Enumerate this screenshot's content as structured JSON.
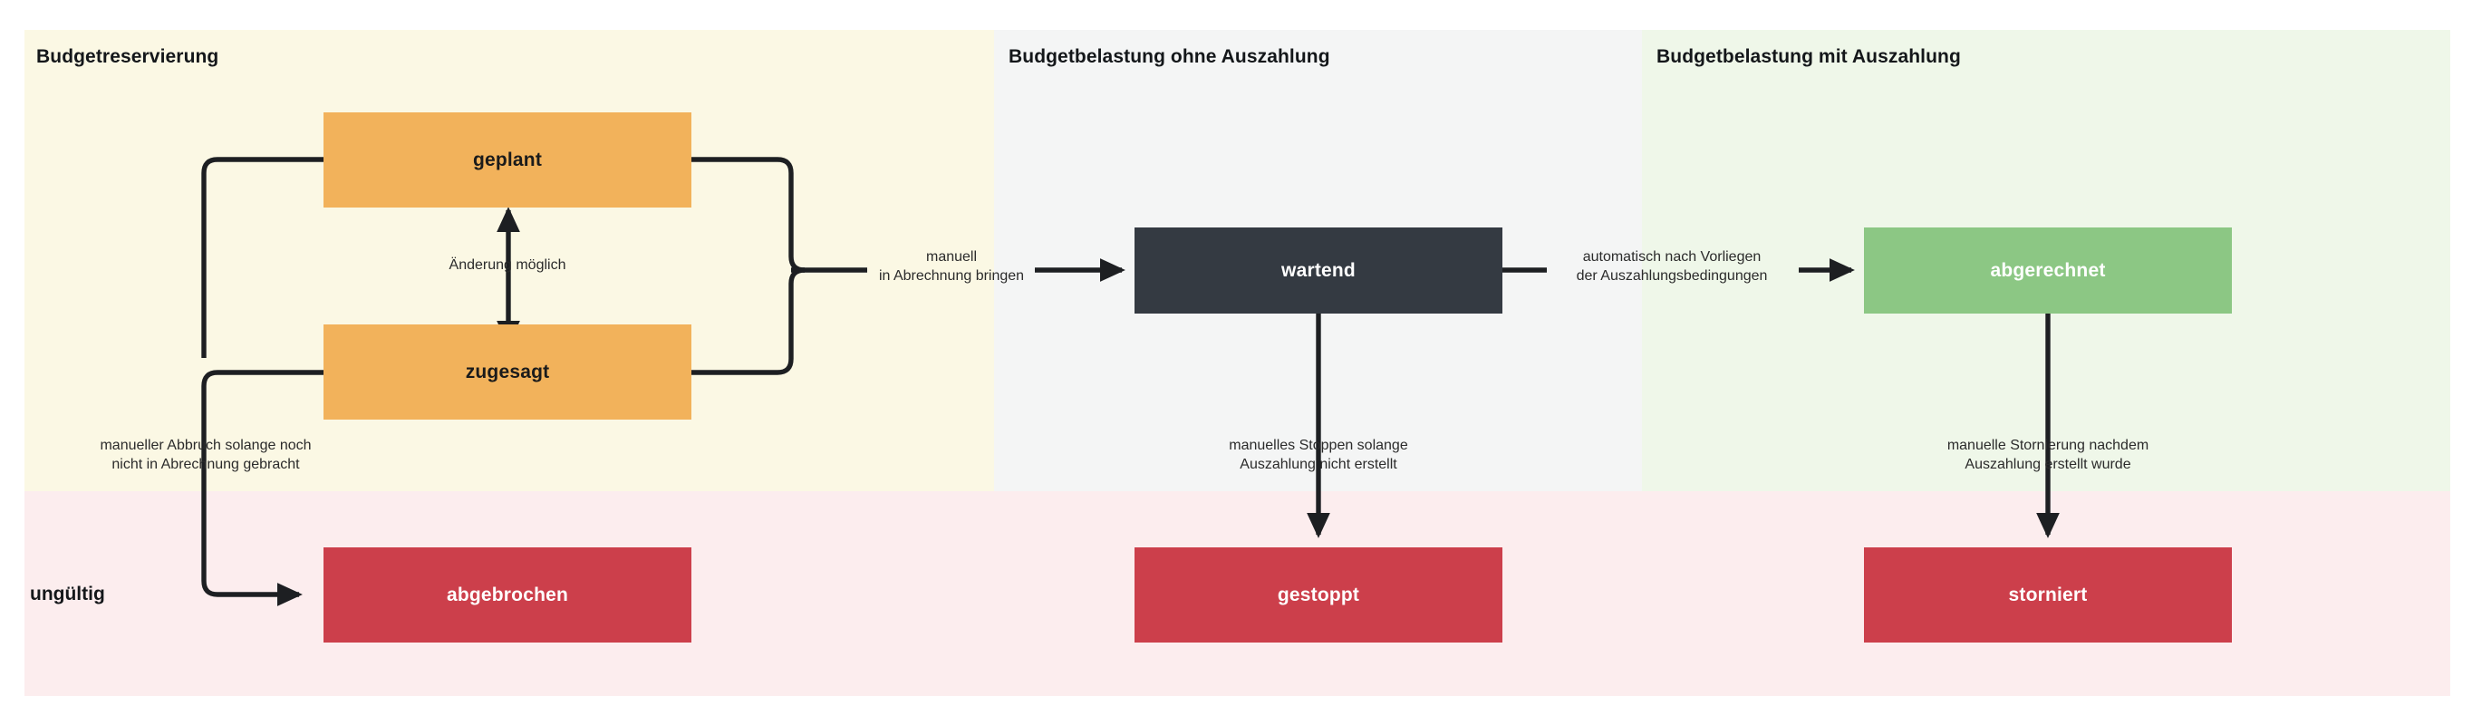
{
  "diagram": {
    "title_bar": null,
    "columns": [
      {
        "key": "reservierung",
        "label": "Budgetreservierung",
        "color": "#fbf8e4"
      },
      {
        "key": "ohne",
        "label": "Budgetbelastung ohne Auszahlung",
        "color": "#f4f5f5"
      },
      {
        "key": "mit",
        "label": "Budgetbelastung mit Auszahlung",
        "color": "#eff7e9"
      }
    ],
    "rows": [
      {
        "key": "aktiv",
        "label": "",
        "color": ""
      },
      {
        "key": "invalid",
        "label": "ungültig",
        "color": "#fcedee"
      }
    ],
    "nodes": [
      {
        "id": "geplant",
        "label": "geplant",
        "color": "#f2b25b",
        "text_color": "#1b1b1b",
        "column": "reservierung",
        "row": "aktiv"
      },
      {
        "id": "zugesagt",
        "label": "zugesagt",
        "color": "#f2b25b",
        "text_color": "#1b1b1b",
        "column": "reservierung",
        "row": "aktiv"
      },
      {
        "id": "abgebrochen",
        "label": "abgebrochen",
        "color": "#cc3f4b",
        "text_color": "#ffffff",
        "column": "reservierung",
        "row": "invalid"
      },
      {
        "id": "wartend",
        "label": "wartend",
        "color": "#343a42",
        "text_color": "#ffffff",
        "column": "ohne",
        "row": "aktiv"
      },
      {
        "id": "gestoppt",
        "label": "gestoppt",
        "color": "#cc3f4b",
        "text_color": "#ffffff",
        "column": "ohne",
        "row": "invalid"
      },
      {
        "id": "abgerechnet",
        "label": "abgerechnet",
        "color": "#8cc784",
        "text_color": "#ffffff",
        "column": "mit",
        "row": "aktiv"
      },
      {
        "id": "storniert",
        "label": "storniert",
        "color": "#cc3f4b",
        "text_color": "#ffffff",
        "column": "mit",
        "row": "invalid"
      }
    ],
    "edges": [
      {
        "id": "aenderung",
        "from": "zugesagt",
        "to": "geplant",
        "label": "Änderung möglich",
        "direction": "both"
      },
      {
        "id": "abrechnung",
        "from": "geplant",
        "to": "wartend",
        "label": "manuell\nin Abrechnung bringen",
        "direction": "forward"
      },
      {
        "id": "abbruch",
        "from": "geplant",
        "to": "abgebrochen",
        "label": "manueller Abbruch solange noch\nnicht in Abrechnung gebracht",
        "direction": "forward"
      },
      {
        "id": "auszahlung",
        "from": "wartend",
        "to": "abgerechnet",
        "label": "automatisch nach Vorliegen\nder Auszahlungsbedingungen",
        "direction": "forward"
      },
      {
        "id": "stoppen",
        "from": "wartend",
        "to": "gestoppt",
        "label": "manuelles Stoppen solange\nAuszahlung nicht erstellt",
        "direction": "forward"
      },
      {
        "id": "stornierung",
        "from": "abgerechnet",
        "to": "storniert",
        "label": "manuelle Stornierung nachdem\nAuszahlung erstellt wurde",
        "direction": "forward"
      }
    ],
    "stroke_color": "#1d1f22"
  }
}
